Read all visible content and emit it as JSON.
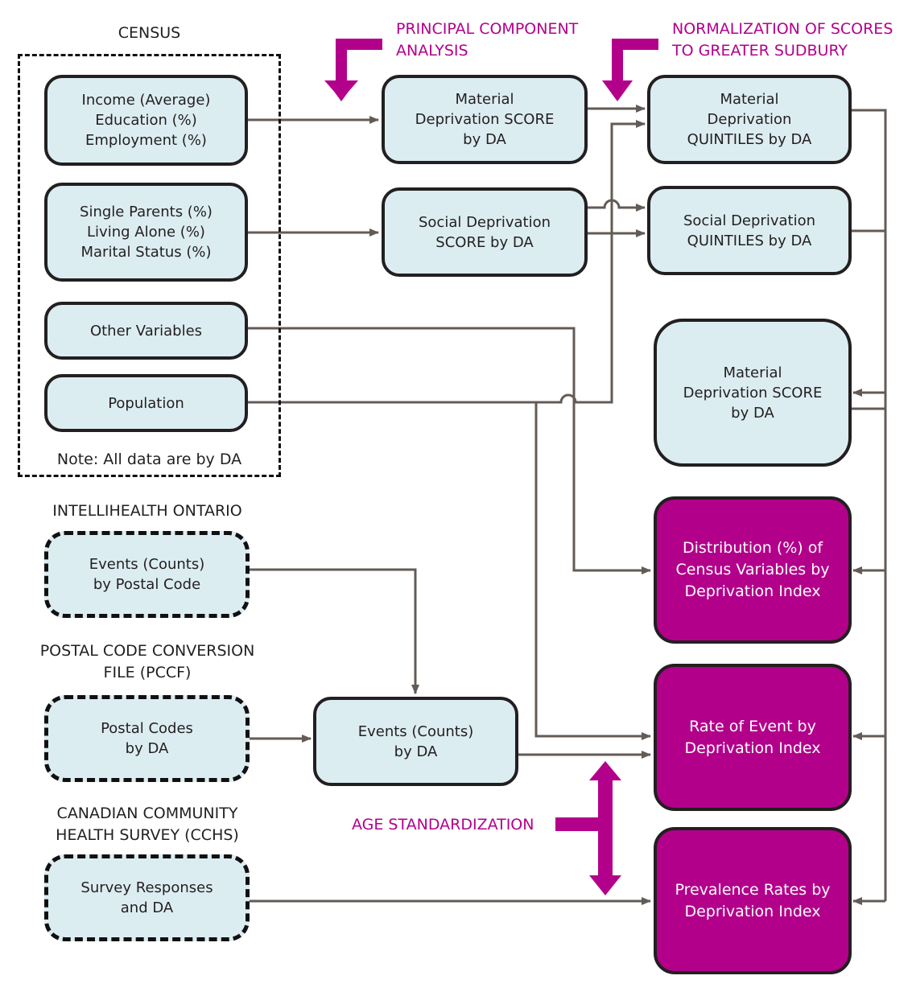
{
  "headers": {
    "census": "CENSUS",
    "census_note": "Note: All data are by DA",
    "intellihealth": "INTELLIHEALTH ONTARIO",
    "pccf_1": "POSTAL CODE CONVERSION",
    "pccf_2": "FILE (PCCF)",
    "cchs_1": "CANADIAN COMMUNITY",
    "cchs_2": "HEALTH SURVEY (CCHS)"
  },
  "processes": {
    "pca_1": "PRINCIPAL COMPONENT",
    "pca_2": "ANALYSIS",
    "norm_1": "NORMALIZATION OF SCORES",
    "norm_2": "TO GREATER SUDBURY",
    "age": "AGE STANDARDIZATION"
  },
  "boxes": {
    "income": [
      "Income (Average)",
      "Education (%)",
      "Employment (%)"
    ],
    "single": [
      "Single Parents (%)",
      "Living Alone (%)",
      "Marital Status (%)"
    ],
    "other": [
      "Other Variables"
    ],
    "population": [
      "Population"
    ],
    "mat_score": [
      "Material",
      "Deprivation SCORE",
      "by DA"
    ],
    "soc_score": [
      "Social Deprivation",
      "SCORE by DA"
    ],
    "mat_quint": [
      "Material",
      "Deprivation",
      "QUINTILES by DA"
    ],
    "soc_quint": [
      "Social Deprivation",
      "QUINTILES by DA"
    ],
    "mat_score2": [
      "Material",
      "Deprivation SCORE",
      "by DA"
    ],
    "events_pc": [
      "Events (Counts)",
      "by Postal Code"
    ],
    "postal": [
      "Postal Codes",
      "by DA"
    ],
    "events_da": [
      "Events (Counts)",
      "by DA"
    ],
    "survey": [
      "Survey Responses",
      "and DA"
    ],
    "distribution": [
      "Distribution (%) of",
      "Census Variables by",
      "Deprivation Index"
    ],
    "rate": [
      "Rate of Event by",
      "Deprivation Index"
    ],
    "prevalence": [
      "Prevalence Rates by",
      "Deprivation Index"
    ]
  },
  "colors": {
    "light_box": "#dcedf2",
    "accent": "#b3008b",
    "connector": "#635b55",
    "border": "#231f20"
  }
}
